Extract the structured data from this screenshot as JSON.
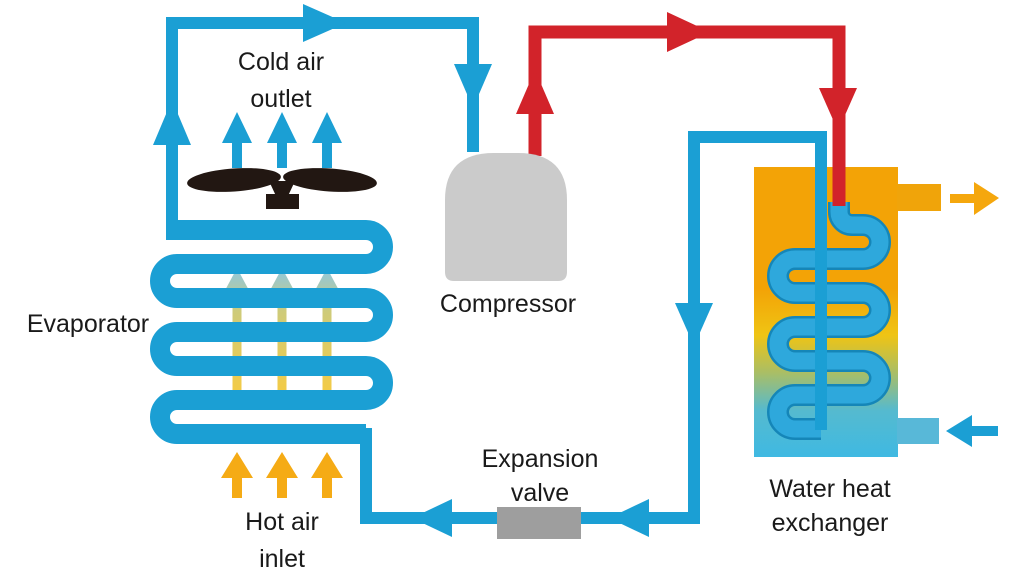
{
  "diagram": {
    "type": "heat-pump-refrigeration-cycle",
    "labels": {
      "cold_air_outlet_line1": "Cold air",
      "cold_air_outlet_line2": "outlet",
      "evaporator": "Evaporator",
      "compressor": "Compressor",
      "expansion_valve_line1": "Expansion",
      "expansion_valve_line2": "valve",
      "water_heat_exchanger_line1": "Water heat",
      "water_heat_exchanger_line2": "exchanger",
      "hot_air_inlet_line1": "Hot air",
      "hot_air_inlet_line2": "inlet"
    },
    "colors": {
      "background": "#FFFFFF",
      "pipe_cold": "#1B9FD4",
      "pipe_hot": "#D2232A",
      "tank_coil": "#2EA8DC",
      "tank_coil_outline": "#1586B8",
      "compressor_fill": "#CBCBCB",
      "valve_fill": "#9E9E9E",
      "tank_top": "#F3A306",
      "tank_yellow": "#EFC414",
      "tank_olive": "#A9BE66",
      "tank_teal": "#55BACF",
      "tank_bottom": "#3FB9E2",
      "water_out_stub": "#F0A40A",
      "water_out_arrow": "#F5A70D",
      "water_in_stub": "#58B8D8",
      "hot_air_arrow": "#F5AB15",
      "fade_arrow_top": "#7EC0DC",
      "fade_arrow_mid": "#C8C468",
      "fade_arrow_bottom": "#F2C42D",
      "fan_color": "#221712",
      "text_color": "#1A1A1A"
    }
  }
}
